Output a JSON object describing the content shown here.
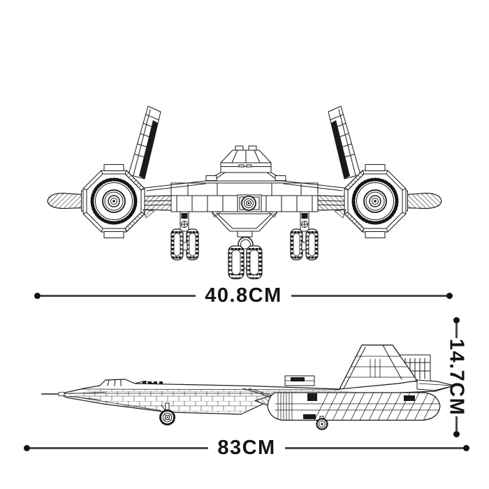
{
  "page": {
    "background_color": "#ffffff"
  },
  "diagram": {
    "views": {
      "front": {
        "name": "front-view"
      },
      "side": {
        "name": "side-view"
      }
    },
    "dimensions": {
      "width": {
        "label": "40.8CM",
        "orientation": "horizontal"
      },
      "length": {
        "label": "83CM",
        "orientation": "horizontal"
      },
      "height": {
        "label": "14.7CM",
        "orientation": "vertical"
      }
    },
    "colors": {
      "dimension_line": "#4a4a4a",
      "dimension_dot": "#111111",
      "dimension_text": "#141414",
      "drawing_line": "#1a1a1a",
      "background": "#ffffff"
    }
  }
}
